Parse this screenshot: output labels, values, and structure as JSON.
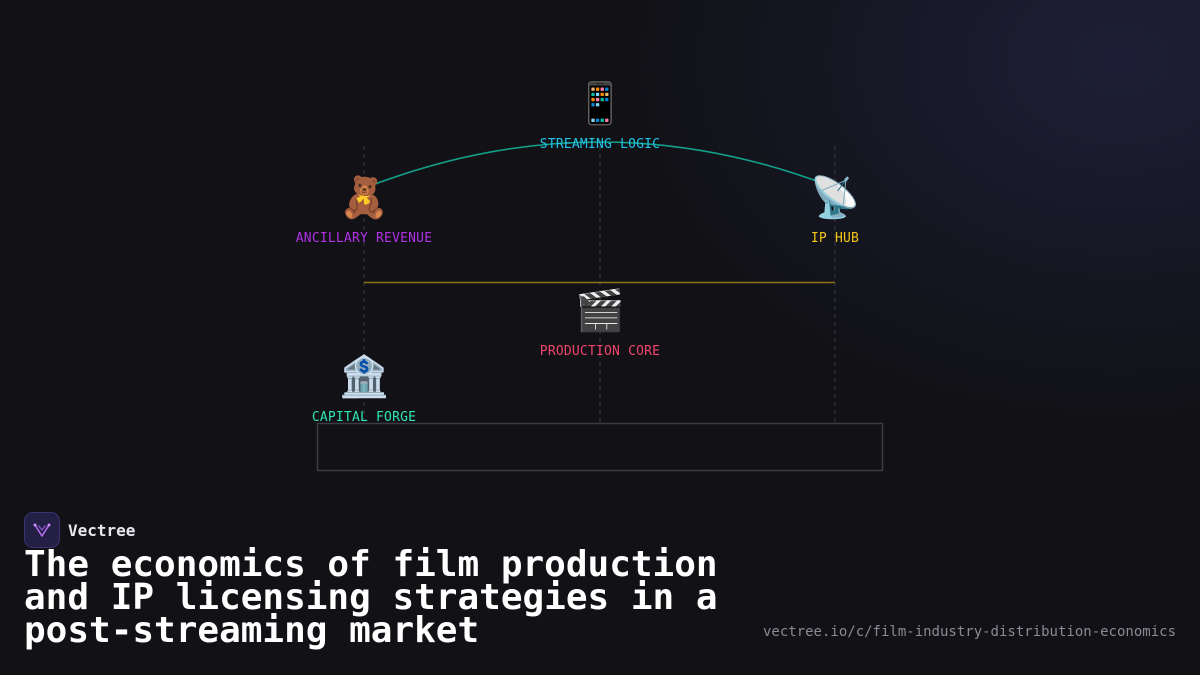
{
  "diagram": {
    "nodes": {
      "streaming": {
        "emoji": "📱",
        "label": "STREAMING LOGIC",
        "color": "#22c3e6"
      },
      "ancillary": {
        "emoji": "🧸",
        "label": "ANCILLARY REVENUE",
        "color": "#b030e8"
      },
      "iphub": {
        "emoji": "📡",
        "label": "IP HUB",
        "color": "#f5c518"
      },
      "production": {
        "emoji": "🎬",
        "label": "PRODUCTION CORE",
        "color": "#f0456e"
      },
      "capital": {
        "emoji": "🏦",
        "label": "CAPITAL FORGE",
        "color": "#2ee6b0"
      }
    },
    "colors": {
      "arc": "#12a08a",
      "bar": "#8a7416",
      "guide": "#3a3a44",
      "frame": "#3c3c44"
    }
  },
  "brand": {
    "name": "Vectree"
  },
  "headline": "The economics of film production and IP licensing strategies in a post-streaming market",
  "url": "vectree.io/c/film-industry-distribution-economics"
}
